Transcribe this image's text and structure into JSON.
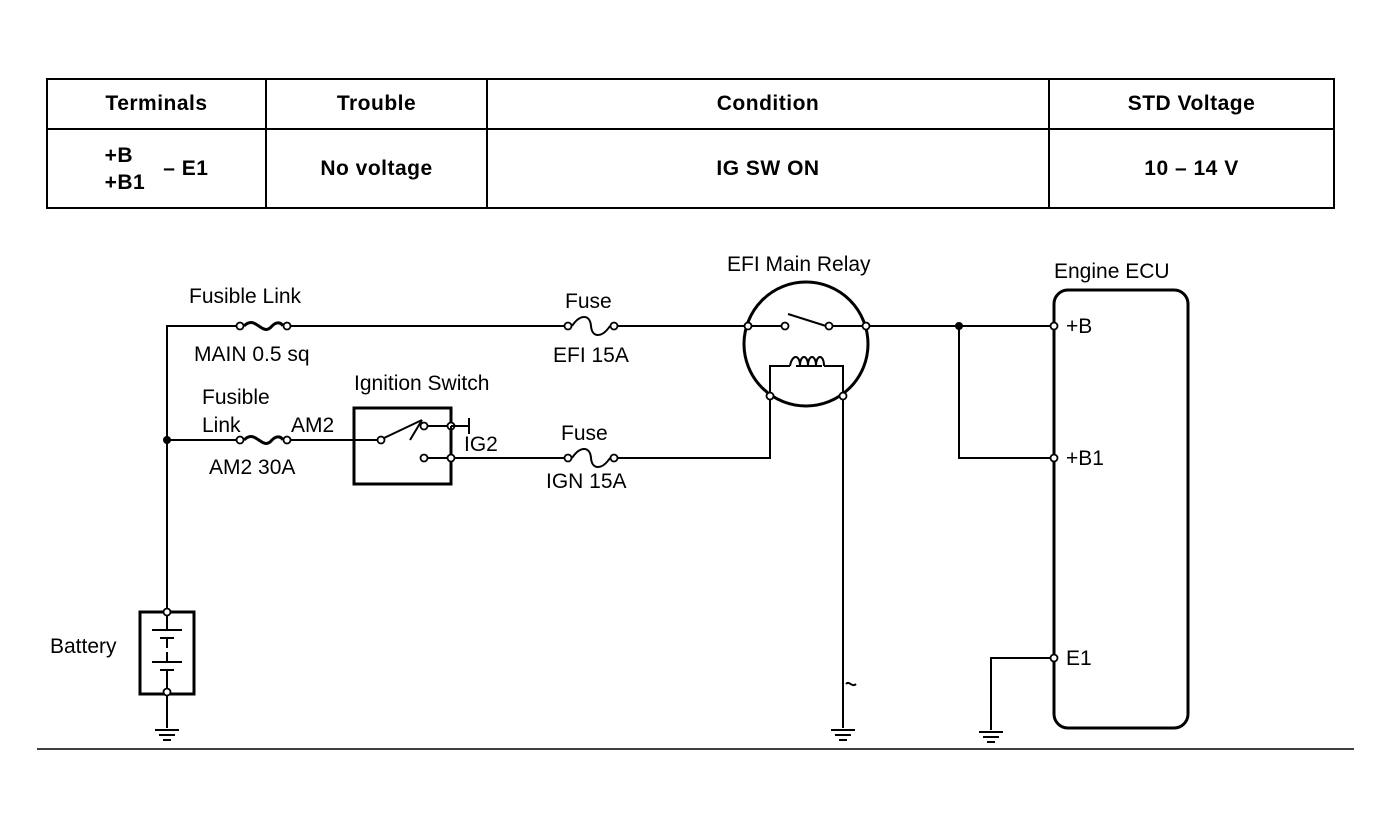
{
  "table": {
    "headers": [
      "Terminals",
      "Trouble",
      "Condition",
      "STD Voltage"
    ],
    "row": {
      "terminals_1": "+B",
      "terminals_2": "+B1",
      "terminals_suffix": "– E1",
      "trouble": "No voltage",
      "condition": "IG SW ON",
      "std_voltage": "10 – 14 V"
    }
  },
  "diagram": {
    "fusible_link_main_title": "Fusible Link",
    "fusible_link_main_rating": "MAIN 0.5 sq",
    "fusible_link_am2_title_1": "Fusible",
    "fusible_link_am2_title_2": "Link",
    "fusible_link_am2_rating": "AM2 30A",
    "am2_label": "AM2",
    "ignition_switch_label": "Ignition Switch",
    "ig2_label": "IG2",
    "fuse_efi_title": "Fuse",
    "fuse_efi_rating": "EFI 15A",
    "fuse_ign_title": "Fuse",
    "fuse_ign_rating": "IGN 15A",
    "relay_label": "EFI Main Relay",
    "ecu_label": "Engine ECU",
    "ecu_pin_b": "+B",
    "ecu_pin_b1": "+B1",
    "ecu_pin_e1": "E1",
    "battery_label": "Battery"
  }
}
